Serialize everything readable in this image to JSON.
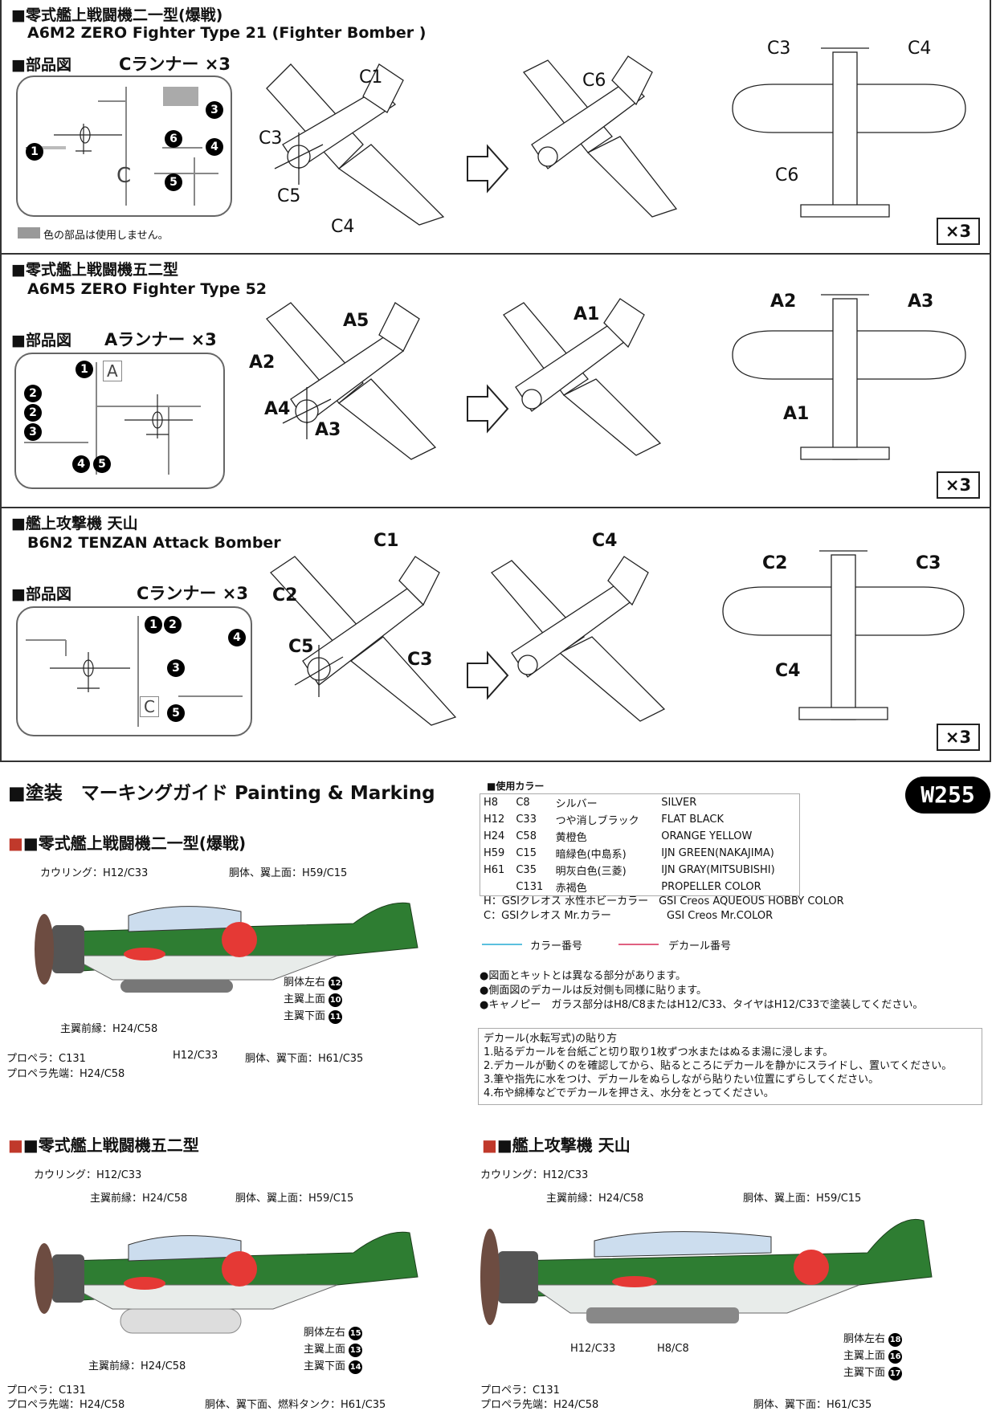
{
  "section1": {
    "title": "■零式艦上戦闘機二一型(爆戦)",
    "subtitle": "A6M2 ZERO Fighter Type 21 (Fighter Bomber )",
    "parts_label": "■部品図",
    "runner_label": "Cランナー ×3",
    "runner_letter": "C",
    "numbers": [
      "1",
      "3",
      "6",
      "4",
      "5"
    ],
    "grey_note": "色の部品は使用しません。",
    "callouts_a": [
      "C1",
      "C3",
      "C5",
      "C4"
    ],
    "callouts_b": [
      "C6"
    ],
    "callouts_c": [
      "C3",
      "C4",
      "C6"
    ],
    "multiplier": "×3"
  },
  "section2": {
    "title": "■零式艦上戦闘機五二型",
    "subtitle": "A6M5 ZERO Fighter Type 52",
    "parts_label": "■部品図",
    "runner_label": "Aランナー ×3",
    "runner_letter": "A",
    "numbers": [
      "1",
      "2",
      "2",
      "3",
      "4",
      "5"
    ],
    "callouts_a": [
      "A5",
      "A2",
      "A4",
      "A3"
    ],
    "callouts_b": [
      "A1"
    ],
    "callouts_c": [
      "A2",
      "A3",
      "A1"
    ],
    "multiplier": "×3"
  },
  "section3": {
    "title": "■艦上攻撃機 天山",
    "subtitle": "B6N2 TENZAN Attack Bomber",
    "parts_label": "■部品図",
    "runner_label": "Cランナー ×3",
    "runner_letter": "C",
    "numbers": [
      "1",
      "2",
      "4",
      "3",
      "5"
    ],
    "callouts_a": [
      "C1",
      "C2",
      "C5",
      "C3"
    ],
    "callouts_b": [
      "C4"
    ],
    "callouts_c": [
      "C2",
      "C3",
      "C4"
    ],
    "multiplier": "×3"
  },
  "marking": {
    "title": "■塗装　マーキングガイド Painting & Marking",
    "badge": "W255",
    "colors_title": "■使用カラー",
    "colors": [
      [
        "H8",
        "C8",
        "シルバー",
        "SILVER"
      ],
      [
        "H12",
        "C33",
        "つや消しブラック",
        "FLAT BLACK"
      ],
      [
        "H24",
        "C58",
        "黄橙色",
        "ORANGE YELLOW"
      ],
      [
        "H59",
        "C15",
        "暗緑色(中島系)",
        "IJN GREEN(NAKAJIMA)"
      ],
      [
        "H61",
        "C35",
        "明灰白色(三菱)",
        "IJN GRAY(MITSUBISHI)"
      ],
      [
        "",
        "C131",
        "赤褐色",
        "PROPELLER COLOR"
      ]
    ],
    "legend_h": "H：GSIクレオス 水性ホビーカラー　GSI Creos AQUEOUS HOBBY COLOR",
    "legend_c": "C：GSIクレオス Mr.カラー　　　　　 GSI Creos Mr.COLOR",
    "color_num_label": "カラー番号",
    "decal_num_label": "デカール番号",
    "notes": [
      "●図面とキットとは異なる部分があります。",
      "●側面図のデカールは反対側も同様に貼ります。",
      "●キャノピー　ガラス部分はH8/C8またはH12/C33、タイヤはH12/C33で塗装してください。"
    ],
    "decal_title": "デカール(水転写式)の貼り方",
    "decal_steps": [
      "1.貼るデカールを台紙ごと切り取り1枚ずつ水またはぬるま湯に浸します。",
      "2.デカールが動くのを確認してから、貼るところにデカールを静かにスライドし、置いてください。",
      "3.筆や指先に水をつけ、デカールをぬらしながら貼りたい位置にずらしてください。",
      "4.布や綿棒などでデカールを押さえ、水分をとってください。"
    ]
  },
  "plane1": {
    "title": "■零式艦上戦闘機二一型(爆戦)",
    "labels": {
      "cowling": "カウリング：H12/C33",
      "upper": "胴体、翼上面：H59/C15",
      "leading": "主翼前縁：H24/C58",
      "prop": "プロペラ：C131",
      "prop_tip": "プロペラ先端：H24/C58",
      "black": "H12/C33",
      "lower": "胴体、翼下面：H61/C35",
      "d1": "胴体左右",
      "d2": "主翼上面",
      "d3": "主翼下面"
    },
    "decal_nums": [
      "12",
      "10",
      "11"
    ]
  },
  "plane2": {
    "title": "■零式艦上戦闘機五二型",
    "labels": {
      "cowling": "カウリング：H12/C33",
      "leading_top": "主翼前縁：H24/C58",
      "upper": "胴体、翼上面：H59/C15",
      "leading": "主翼前縁：H24/C58",
      "prop": "プロペラ：C131",
      "prop_tip": "プロペラ先端：H24/C58",
      "lower": "胴体、翼下面、燃料タンク：H61/C35",
      "d1": "胴体左右",
      "d2": "主翼上面",
      "d3": "主翼下面"
    },
    "decal_nums": [
      "15",
      "13",
      "14"
    ]
  },
  "plane3": {
    "title": "■艦上攻撃機 天山",
    "labels": {
      "cowling": "カウリング：H12/C33",
      "leading": "主翼前縁：H24/C58",
      "upper": "胴体、翼上面：H59/C15",
      "black": "H12/C33",
      "silver": "H8/C8",
      "prop": "プロペラ：C131",
      "prop_tip": "プロペラ先端：H24/C58",
      "lower": "胴体、翼下面：H61/C35",
      "d1": "胴体左右",
      "d2": "主翼上面",
      "d3": "主翼下面"
    },
    "decal_nums": [
      "18",
      "16",
      "17"
    ]
  }
}
